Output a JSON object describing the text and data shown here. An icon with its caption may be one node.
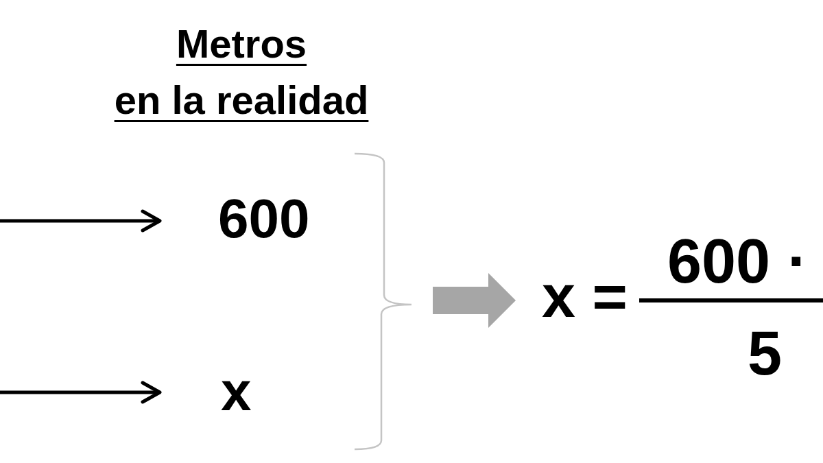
{
  "diagram": {
    "nodes": [
      {
        "text": [
          "600"
        ]
      },
      {
        "text": [
          "x"
        ]
      },
      {
        "text": [
          "x =",
          "600 ·",
          "5"
        ]
      }
    ],
    "edges": [
      {
        "from": null,
        "to": 0,
        "arrow": "to"
      },
      {
        "from": null,
        "to": 1,
        "arrow": "to"
      },
      {
        "from": null,
        "to": 2,
        "arrow": "to",
        "style": "thick",
        "color": "#a6a6a6"
      }
    ],
    "labels": [
      "Metros en la realidad"
    ]
  }
}
